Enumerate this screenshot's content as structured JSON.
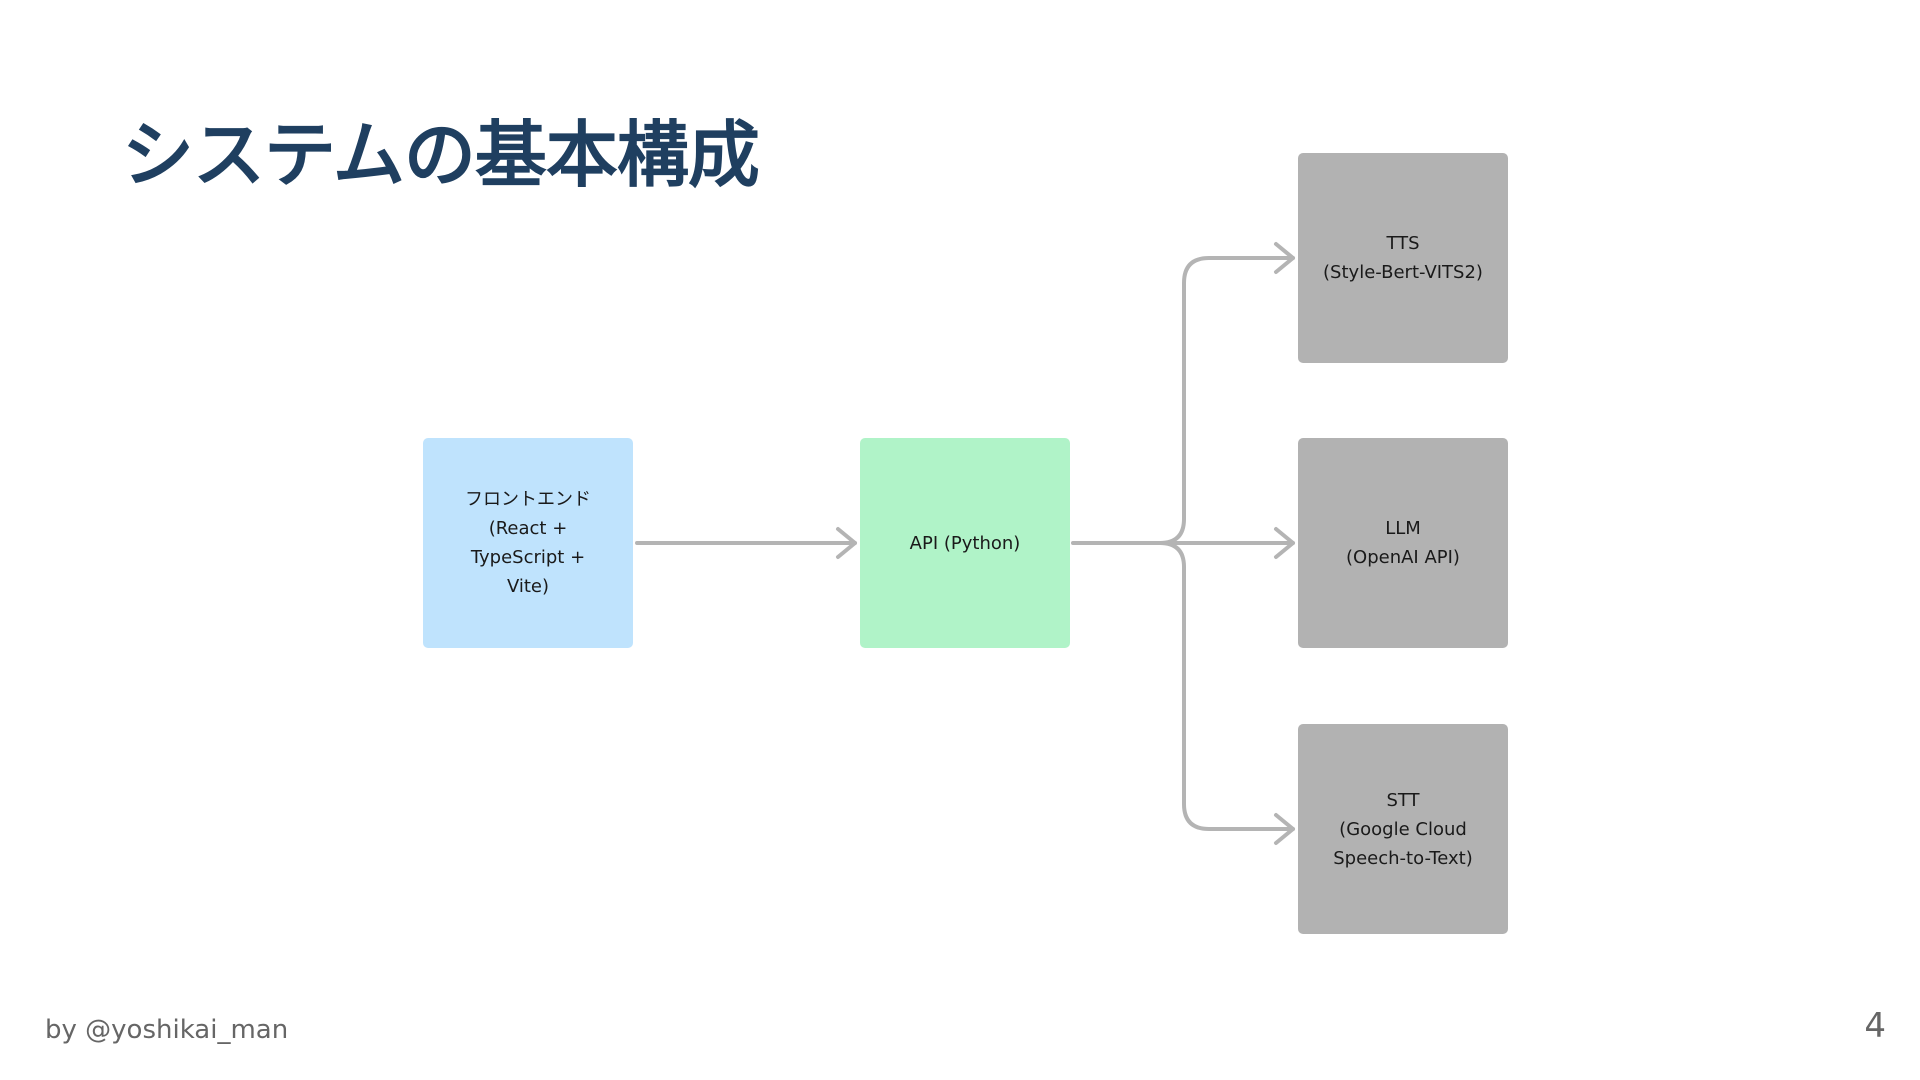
{
  "slide": {
    "title": "システムの基本構成",
    "footer": "by @yoshikai_man",
    "page_number": "4"
  },
  "diagram": {
    "nodes": [
      {
        "id": "frontend",
        "lines": [
          "フロントエンド",
          "(React +",
          "TypeScript +",
          "Vite)"
        ],
        "color": "#bfe3fd"
      },
      {
        "id": "api",
        "lines": [
          "API (Python)"
        ],
        "color": "#b0f3c8"
      },
      {
        "id": "tts",
        "lines": [
          "TTS",
          "(Style-Bert-VITS2)"
        ],
        "color": "#b2b2b2"
      },
      {
        "id": "llm",
        "lines": [
          "LLM",
          "(OpenAI API)"
        ],
        "color": "#b2b2b2"
      },
      {
        "id": "stt",
        "lines": [
          "STT",
          "(Google Cloud",
          "Speech-to-Text)"
        ],
        "color": "#b2b2b2"
      }
    ],
    "edges": [
      {
        "from": "frontend",
        "to": "api"
      },
      {
        "from": "api",
        "to": "tts"
      },
      {
        "from": "api",
        "to": "llm"
      },
      {
        "from": "api",
        "to": "stt"
      }
    ],
    "connector_color": "#b4b4b4"
  }
}
